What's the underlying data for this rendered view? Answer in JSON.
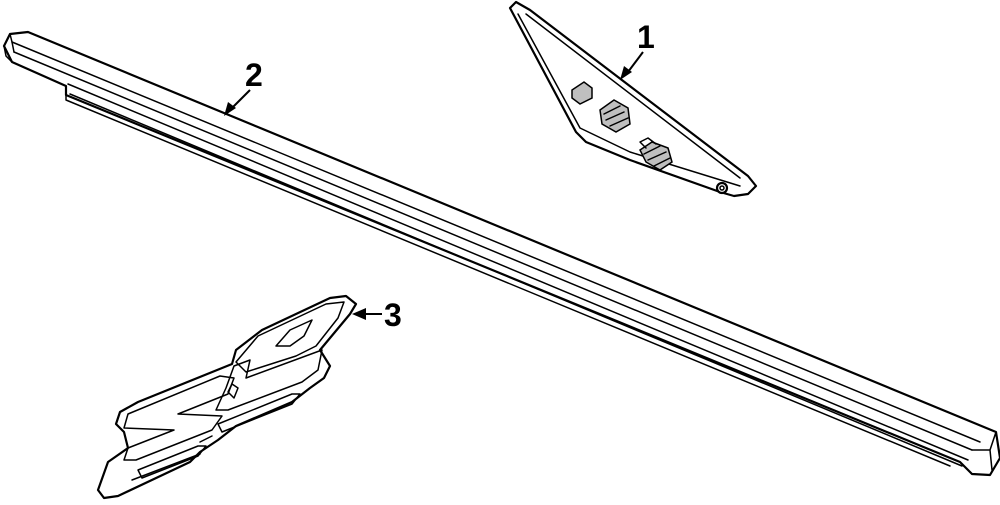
{
  "callouts": [
    {
      "id": "1",
      "label": "1"
    },
    {
      "id": "2",
      "label": "2"
    },
    {
      "id": "3",
      "label": "3"
    }
  ],
  "colors": {
    "line": "#000000",
    "background": "#ffffff",
    "shade": "#bfbfbf"
  }
}
